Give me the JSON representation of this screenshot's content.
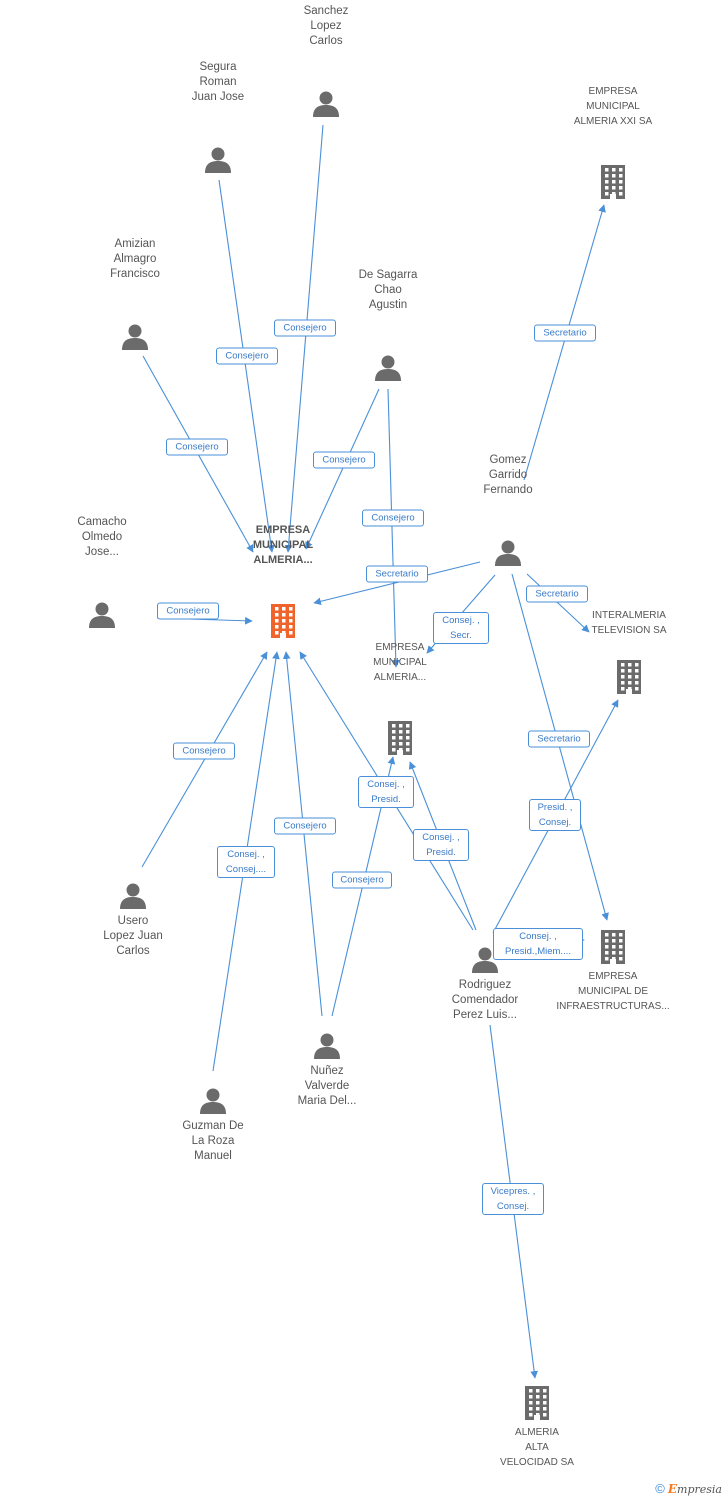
{
  "nodes": {
    "main": {
      "type": "company",
      "label": "EMPRESA\nMUNICIPAL\nALMERIA...",
      "focus": true,
      "color": "#f0642c"
    },
    "sanchez": {
      "type": "person",
      "label": "Sanchez\nLopez\nCarlos"
    },
    "segura": {
      "type": "person",
      "label": "Segura\nRoman\nJuan Jose"
    },
    "amizian": {
      "type": "person",
      "label": "Amizian\nAlmagro\nFrancisco"
    },
    "desagarra": {
      "type": "person",
      "label": "De Sagarra\nChao\nAgustin"
    },
    "camacho": {
      "type": "person",
      "label": "Camacho\nOlmedo\nJose..."
    },
    "gomez": {
      "type": "person",
      "label": "Gomez\nGarrido\nFernando"
    },
    "usero": {
      "type": "person",
      "label": "Usero\nLopez Juan\nCarlos"
    },
    "guzman": {
      "type": "person",
      "label": "Guzman De\nLa Roza\nManuel"
    },
    "nunez": {
      "type": "person",
      "label": "Nuñez\nValverde\nMaria Del..."
    },
    "rodriguez": {
      "type": "person",
      "label": "Rodriguez\nComendador\nPerez Luis..."
    },
    "xxi": {
      "type": "company",
      "label": "EMPRESA\nMUNICIPAL\nALMERIA XXI SA"
    },
    "almeria2": {
      "type": "company",
      "label": "EMPRESA\nMUNICIPAL\nALMERIA..."
    },
    "interalmeria": {
      "type": "company",
      "label": "INTERALMERIA\nTELEVISION SA"
    },
    "infra": {
      "type": "company",
      "label": "EMPRESA\nMUNICIPAL DE\nINFRAESTRUCTURAS..."
    },
    "alta": {
      "type": "company",
      "label": "ALMERIA\nALTA\nVELOCIDAD SA"
    }
  },
  "edges": [
    {
      "from": "sanchez",
      "to": "main",
      "label": "Consejero"
    },
    {
      "from": "segura",
      "to": "main",
      "label": "Consejero"
    },
    {
      "from": "amizian",
      "to": "main",
      "label": "Consejero"
    },
    {
      "from": "desagarra",
      "to": "main",
      "label": "Consejero"
    },
    {
      "from": "desagarra",
      "to": "almeria2",
      "label": "Consejero"
    },
    {
      "from": "camacho",
      "to": "main",
      "label": "Consejero"
    },
    {
      "from": "gomez",
      "to": "main",
      "label": "Secretario"
    },
    {
      "from": "gomez",
      "to": "xxi",
      "label": "Secretario"
    },
    {
      "from": "gomez",
      "to": "almeria2",
      "label": "Consej. ,\nSecr."
    },
    {
      "from": "gomez",
      "to": "interalmeria",
      "label": "Secretario"
    },
    {
      "from": "gomez",
      "to": "infra",
      "label": "Secretario"
    },
    {
      "from": "usero",
      "to": "main",
      "label": "Consejero"
    },
    {
      "from": "guzman",
      "to": "main",
      "label": "Consej. ,\nConsej...."
    },
    {
      "from": "nunez",
      "to": "main",
      "label": "Consejero"
    },
    {
      "from": "nunez",
      "to": "almeria2",
      "label": "Consejero"
    },
    {
      "from": "rodriguez",
      "to": "main",
      "label": "Consej. ,\nPresid."
    },
    {
      "from": "rodriguez",
      "to": "almeria2",
      "label": "Consej. ,\nPresid."
    },
    {
      "from": "rodriguez",
      "to": "interalmeria",
      "label": "Presid. ,\nConsej."
    },
    {
      "from": "rodriguez",
      "to": "infra",
      "label": "Consej. ,\nPresid.,Miem...."
    },
    {
      "from": "rodriguez",
      "to": "alta",
      "label": "Vicepres. ,\nConsej."
    }
  ],
  "colors": {
    "edge": "#4a90d9",
    "icon": "#6b6b6b",
    "focus": "#f0642c",
    "label": "#555555"
  },
  "footer": {
    "copyright": "©",
    "brand_e": "E",
    "brand_rest": "mpresia"
  }
}
